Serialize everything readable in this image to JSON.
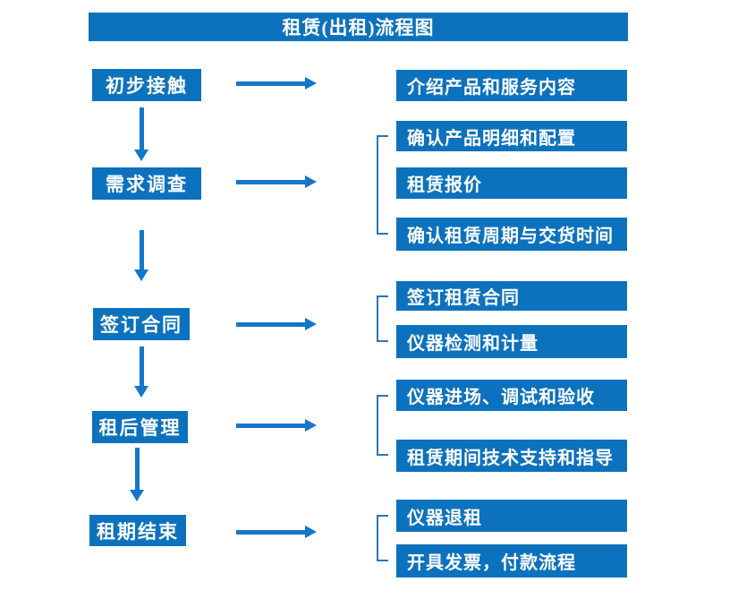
{
  "title": "租赁(出租)流程图",
  "steps": [
    {
      "label": "初步接触",
      "details": [
        "介绍产品和服务内容"
      ]
    },
    {
      "label": "需求调查",
      "details": [
        "确认产品明细和配置",
        "租赁报价",
        "确认租赁周期与交货时间"
      ]
    },
    {
      "label": "签订合同",
      "details": [
        "签订租赁合同",
        "仪器检测和计量"
      ]
    },
    {
      "label": "租后管理",
      "details": [
        "仪器进场、调试和验收",
        "租赁期间技术支持和指导"
      ]
    },
    {
      "label": "租期结束",
      "details": [
        "仪器退租",
        "开具发票，付款流程"
      ]
    }
  ],
  "colors": {
    "box_blue": "#0d72bd",
    "arrow_blue": "#1477cb",
    "bracket_blue": "#2e75b6",
    "text_white": "#ffffff",
    "background": "#ffffff"
  }
}
